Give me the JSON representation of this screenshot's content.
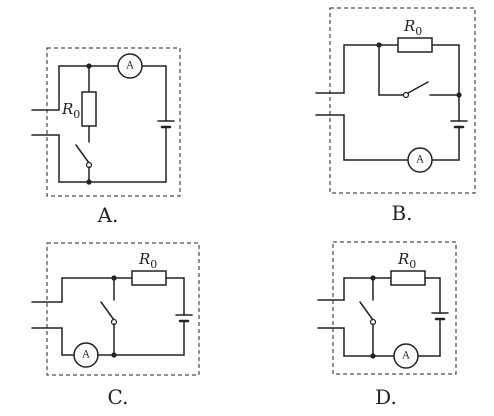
{
  "options": [
    {
      "key": "A",
      "label": "A."
    },
    {
      "key": "B",
      "label": "B."
    },
    {
      "key": "C",
      "label": "C."
    },
    {
      "key": "D",
      "label": "D."
    }
  ],
  "resistor": {
    "symbol": "R",
    "subscript": "0"
  },
  "ammeter": {
    "symbol": "A"
  }
}
